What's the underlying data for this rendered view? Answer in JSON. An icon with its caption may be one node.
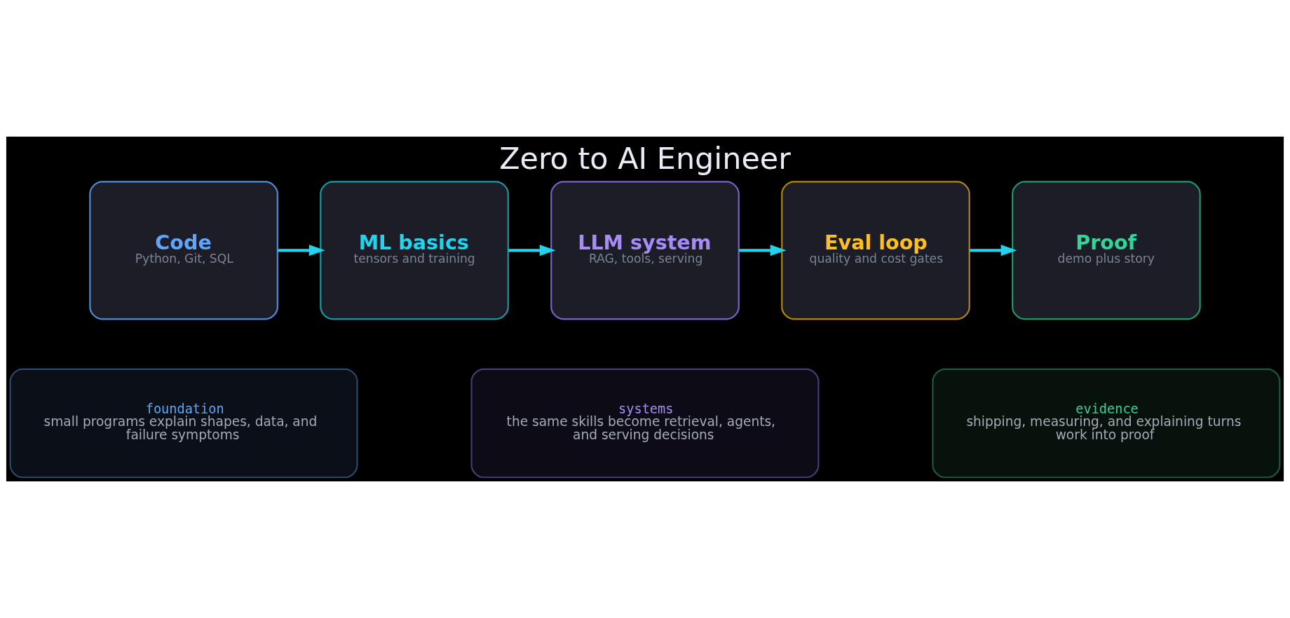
{
  "diagram": {
    "title": "Zero to AI Engineer",
    "nodes": [
      {
        "text": [
          "Code",
          "Python, Git, SQL"
        ]
      },
      {
        "text": [
          "ML basics",
          "tensors and training"
        ]
      },
      {
        "text": [
          "LLM system",
          "RAG, tools, serving"
        ]
      },
      {
        "text": [
          "Eval loop",
          "quality and cost gates"
        ]
      },
      {
        "text": [
          "Proof",
          "demo plus story"
        ]
      },
      {
        "text": [
          "foundation",
          "small programs explain shapes, data, and failure symptoms"
        ]
      },
      {
        "text": [
          "systems",
          "the same skills become retrieval, agents, and serving decisions"
        ]
      },
      {
        "text": [
          "evidence",
          "shipping, measuring, and explaining turns work into proof"
        ]
      }
    ],
    "edges": [
      {
        "from": 0,
        "to": 1,
        "arrow": "to"
      },
      {
        "from": 1,
        "to": 2,
        "arrow": "to"
      },
      {
        "from": 2,
        "to": 3,
        "arrow": "to"
      },
      {
        "from": 3,
        "to": 4,
        "arrow": "to"
      }
    ]
  }
}
